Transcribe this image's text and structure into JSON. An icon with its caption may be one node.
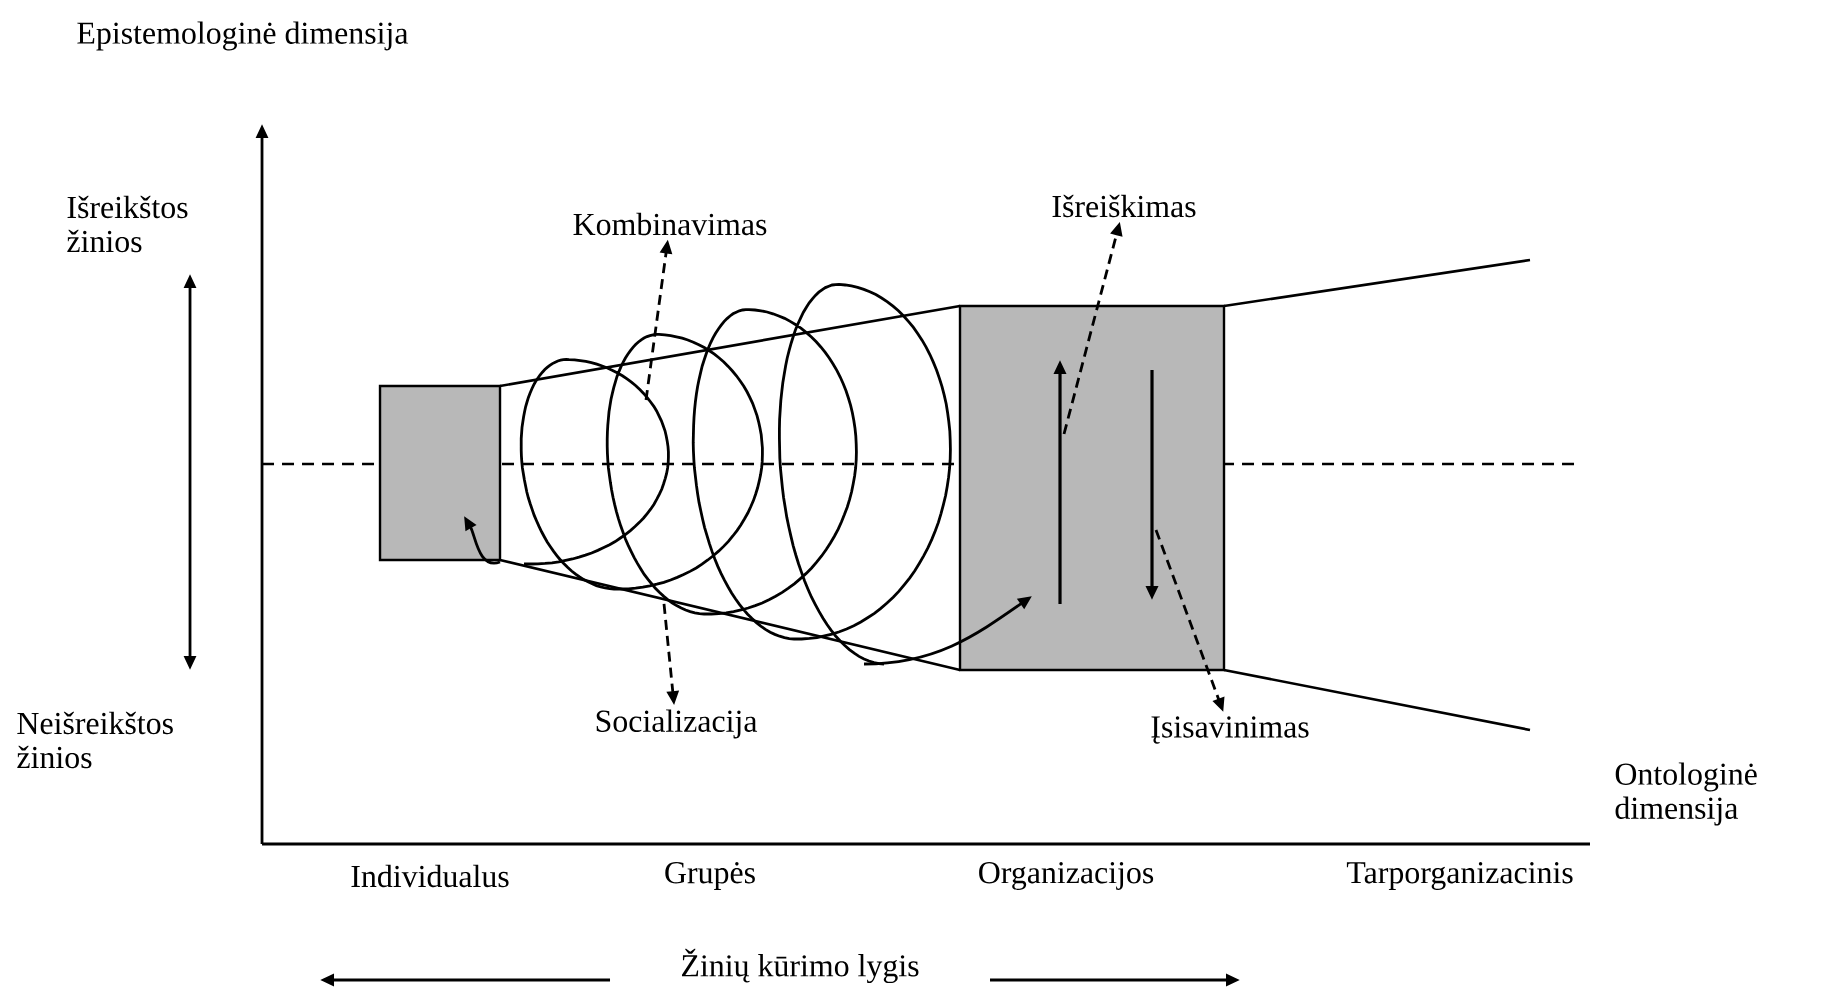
{
  "diagram": {
    "nodes": [
      {
        "text": [],
        "shape": "box"
      },
      {
        "text": [],
        "shape": "spiral"
      },
      {
        "text": [],
        "shape": "box"
      },
      {
        "text": [
          "Kombinavimas"
        ]
      },
      {
        "text": [
          "Socializacija"
        ]
      },
      {
        "text": [
          "Išreiškimas"
        ]
      },
      {
        "text": [
          "Įsisavinimas"
        ]
      }
    ],
    "edges": [
      {
        "from": 1,
        "to": 0,
        "arrow": "to"
      },
      {
        "from": 1,
        "to": 2,
        "arrow": "to"
      },
      {
        "from": 1,
        "to": 3,
        "arrow": "to",
        "style": "dashed"
      },
      {
        "from": 1,
        "to": 4,
        "arrow": "to",
        "style": "dashed"
      },
      {
        "from": 2,
        "to": 5,
        "arrow": "to",
        "style": "dashed"
      },
      {
        "from": 2,
        "to": 6,
        "arrow": "to",
        "style": "dashed"
      }
    ],
    "labels": [
      "Epistemologinė dimensija",
      "Išreikštos žinios",
      "Neišreikštos žinios",
      "Ontologinė dimensija",
      "Individualus",
      "Grupės",
      "Organizacijos",
      "Tarporganizacinis",
      "Žinių kūrimo lygis"
    ]
  }
}
